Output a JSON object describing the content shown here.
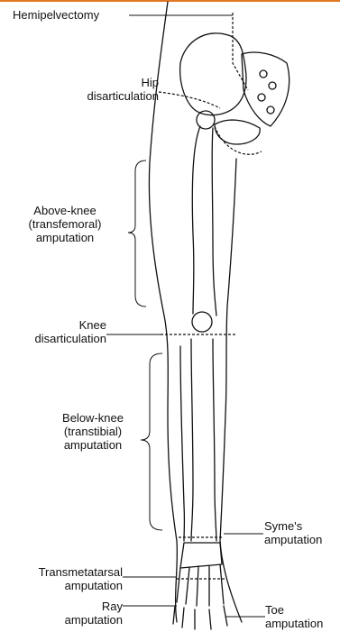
{
  "colors": {
    "accent_rule": "#e07820",
    "ink": "#111111"
  },
  "labels": {
    "hemipelvectomy": "Hemipelvectomy",
    "hip": {
      "line1": "Hip",
      "line2": "disarticulation"
    },
    "above_knee": {
      "line1": "Above-knee",
      "line2": "(transfemoral)",
      "line3": "amputation"
    },
    "knee": {
      "line1": "Knee",
      "line2": "disarticulation"
    },
    "below_knee": {
      "line1": "Below-knee",
      "line2": "(transtibial)",
      "line3": "amputation"
    },
    "symes": {
      "line1": "Syme's",
      "line2": "amputation"
    },
    "transmetatarsal": {
      "line1": "Transmetatarsal",
      "line2": "amputation"
    },
    "ray": {
      "line1": "Ray",
      "line2": "amputation"
    },
    "toe": {
      "line1": "Toe",
      "line2": "amputation"
    }
  }
}
